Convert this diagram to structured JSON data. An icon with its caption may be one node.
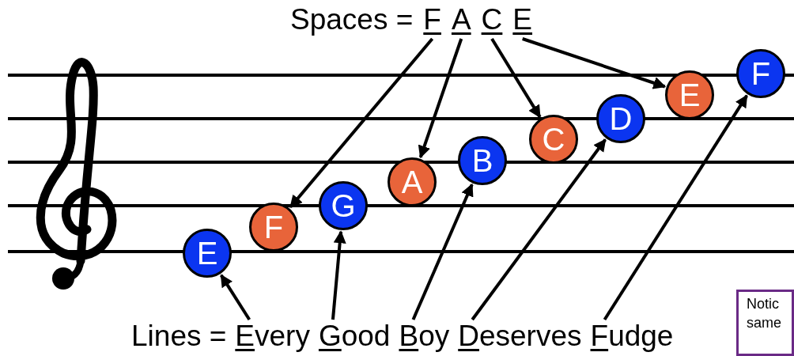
{
  "diagram": {
    "nodes": [
      {
        "text": [
          "F"
        ]
      },
      {
        "text": [
          "A"
        ]
      },
      {
        "text": [
          "C"
        ]
      },
      {
        "text": [
          "E"
        ]
      },
      {
        "text": [
          "E"
        ]
      },
      {
        "text": [
          "F"
        ]
      },
      {
        "text": [
          "G"
        ]
      },
      {
        "text": [
          "A"
        ]
      },
      {
        "text": [
          "B"
        ]
      },
      {
        "text": [
          "C"
        ]
      },
      {
        "text": [
          "D"
        ]
      },
      {
        "text": [
          "E"
        ]
      },
      {
        "text": [
          "F"
        ]
      },
      {
        "text": [
          "Every"
        ]
      },
      {
        "text": [
          "Good"
        ]
      },
      {
        "text": [
          "Boy"
        ]
      },
      {
        "text": [
          "Deserves"
        ]
      },
      {
        "text": [
          "Fudge"
        ]
      },
      {
        "text": [
          "Notic same"
        ]
      }
    ],
    "edges": [
      {
        "from": 0,
        "to": 5,
        "arrow": "to"
      },
      {
        "from": 1,
        "to": 7,
        "arrow": "to"
      },
      {
        "from": 2,
        "to": 9,
        "arrow": "to"
      },
      {
        "from": 3,
        "to": 11,
        "arrow": "to"
      },
      {
        "from": 13,
        "to": 4,
        "arrow": "to"
      },
      {
        "from": 14,
        "to": 6,
        "arrow": "to"
      },
      {
        "from": 15,
        "to": 8,
        "arrow": "to"
      },
      {
        "from": 16,
        "to": 10,
        "arrow": "to"
      },
      {
        "from": 17,
        "to": 12,
        "arrow": "to"
      }
    ],
    "labels": [
      "Spaces =",
      "Lines ="
    ]
  }
}
